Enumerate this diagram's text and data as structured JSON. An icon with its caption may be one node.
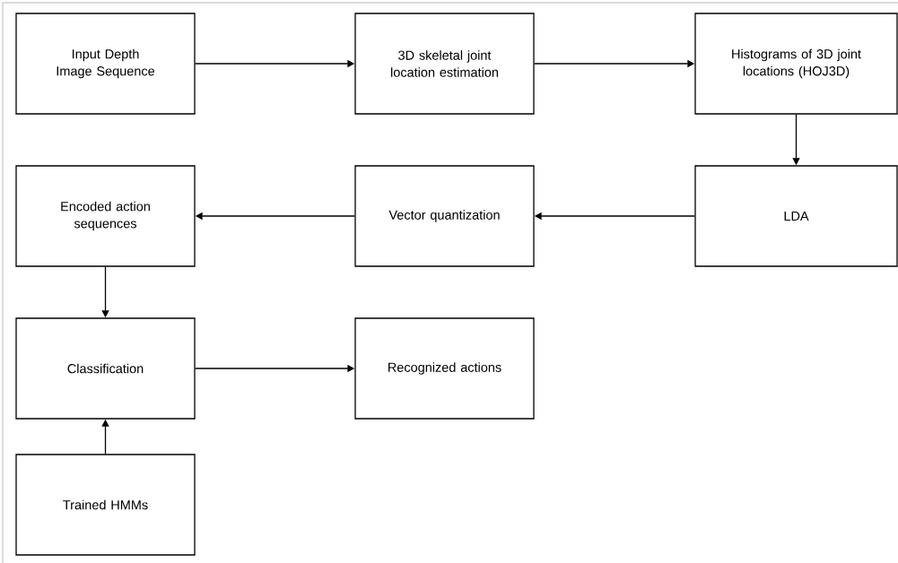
{
  "diagram": {
    "nodes": [
      {
        "text": [
          "Input Depth Image Sequence"
        ]
      },
      {
        "text": [
          "3D skeletal joint location estimation"
        ]
      },
      {
        "text": [
          "Histograms of 3D joint locations (HOJ3D)"
        ]
      },
      {
        "text": [
          "Encoded action sequences"
        ]
      },
      {
        "text": [
          "Vector quantization"
        ]
      },
      {
        "text": [
          "LDA"
        ]
      },
      {
        "text": [
          "Classification"
        ]
      },
      {
        "text": [
          "Recognized actions"
        ]
      },
      {
        "text": [
          "Trained HMMs"
        ]
      }
    ],
    "edges": [
      {
        "from": 0,
        "to": 1,
        "arrow": "to"
      },
      {
        "from": 1,
        "to": 2,
        "arrow": "to"
      },
      {
        "from": 2,
        "to": 5,
        "arrow": "to"
      },
      {
        "from": 5,
        "to": 4,
        "arrow": "to"
      },
      {
        "from": 4,
        "to": 3,
        "arrow": "to"
      },
      {
        "from": 3,
        "to": 6,
        "arrow": "to"
      },
      {
        "from": 6,
        "to": 7,
        "arrow": "to"
      },
      {
        "from": 8,
        "to": 6,
        "arrow": "to"
      }
    ]
  }
}
